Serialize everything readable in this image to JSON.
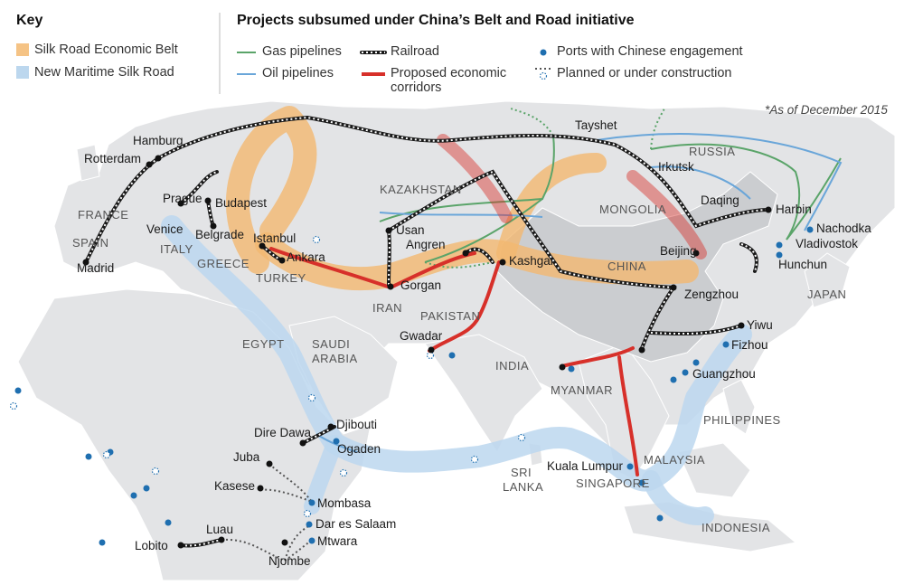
{
  "key": {
    "heading": "Key",
    "items": [
      {
        "label": "Silk Road Economic Belt",
        "color": "#f3b870"
      },
      {
        "label": "New Maritime Silk Road",
        "color": "#bcd7ee"
      }
    ]
  },
  "legend": {
    "heading": "Projects subsumed under China’s Belt and Road initiative",
    "gas": {
      "label": "Gas pipelines",
      "color": "#5aa469"
    },
    "oil": {
      "label": "Oil pipelines",
      "color": "#6aa6d9"
    },
    "rail": {
      "label": "Railroad",
      "color": "#1a1a1a"
    },
    "corridor": {
      "label": "Proposed economic corridors",
      "color": "#d7302a"
    },
    "ports": {
      "label": "Ports with Chinese engagement",
      "color": "#1f6fb0"
    },
    "planned": {
      "label": "Planned or under construction"
    }
  },
  "note": "*As of December 2015",
  "countries": {
    "france": "FRANCE",
    "spain": "SPAIN",
    "italy": "ITALY",
    "greece": "GREECE",
    "turkey": "TURKEY",
    "egypt": "EGYPT",
    "saudi": "SAUDI",
    "arabia": "ARABIA",
    "iran": "IRAN",
    "pakistan": "PAKISTAN",
    "india": "INDIA",
    "kazakhstan": "KAZAKHSTAN",
    "mongolia": "MONGOLIA",
    "china": "CHINA",
    "russia": "RUSSIA",
    "japan": "JAPAN",
    "myanmar": "MYANMAR",
    "philippines": "PHILIPPINES",
    "malaysia": "MALAYSIA",
    "singapore": "SINGAPORE",
    "indonesia": "INDONESIA",
    "sri": "SRI",
    "lanka": "LANKA"
  },
  "cities": {
    "hamburg": "Hamburg",
    "rotterdam": "Rotterdam",
    "prague": "Prague",
    "budapest": "Budapest",
    "venice": "Venice",
    "belgrade": "Belgrade",
    "madrid": "Madrid",
    "istanbul": "Istanbul",
    "ankara": "Ankara",
    "usan": "Usan",
    "angren": "Angren",
    "gorgan": "Gorgan",
    "kashgar": "Kashgar",
    "gwadar": "Gwadar",
    "tayshet": "Tayshet",
    "irkutsk": "Irkutsk",
    "daqing": "Daqing",
    "harbin": "Harbin",
    "nachodka": "Nachodka",
    "vladivostok": "Vladivostok",
    "hunchun": "Hunchun",
    "beijing": "Beijing",
    "zengzhou": "Zengzhou",
    "yiwu": "Yiwu",
    "fizhou": "Fizhou",
    "guangzhou": "Guangzhou",
    "djibouti": "Djibouti",
    "diredawa": "Dire Dawa",
    "ogaden": "Ogaden",
    "juba": "Juba",
    "kasese": "Kasese",
    "mombasa": "Mombasa",
    "daressalaam": "Dar es Salaam",
    "mtwara": "Mtwara",
    "njombe": "Njombe",
    "luau": "Luau",
    "lobito": "Lobito",
    "kualalumpur": "Kuala Lumpur"
  }
}
